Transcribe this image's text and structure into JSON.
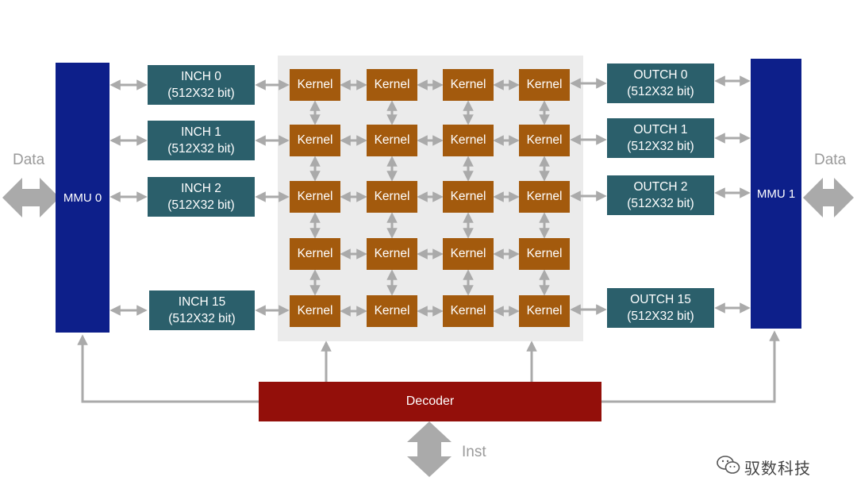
{
  "external": {
    "data_left": "Data",
    "data_right": "Data",
    "inst": "Inst"
  },
  "mmu": [
    "MMU 0",
    "MMU 1"
  ],
  "inch": [
    {
      "name": "INCH 0",
      "size": "(512X32 bit)"
    },
    {
      "name": "INCH 1",
      "size": "(512X32 bit)"
    },
    {
      "name": "INCH 2",
      "size": "(512X32 bit)"
    },
    {
      "name": "INCH 15",
      "size": "(512X32 bit)"
    }
  ],
  "outch": [
    {
      "name": "OUTCH 0",
      "size": "(512X32 bit)"
    },
    {
      "name": "OUTCH 1",
      "size": "(512X32 bit)"
    },
    {
      "name": "OUTCH 2",
      "size": "(512X32 bit)"
    },
    {
      "name": "OUTCH 15",
      "size": "(512X32 bit)"
    }
  ],
  "kernel_label": "Kernel",
  "kernel_grid": {
    "rows": 5,
    "cols": 4
  },
  "decoder": "Decoder",
  "watermark": "驭数科技",
  "colors": {
    "mmu": "#0d1f8a",
    "channel": "#2b5f6b",
    "kernel": "#a35a0d",
    "decoder": "#930f0a",
    "array_bg": "#ebebeb",
    "arrow": "#aaaaaa"
  }
}
